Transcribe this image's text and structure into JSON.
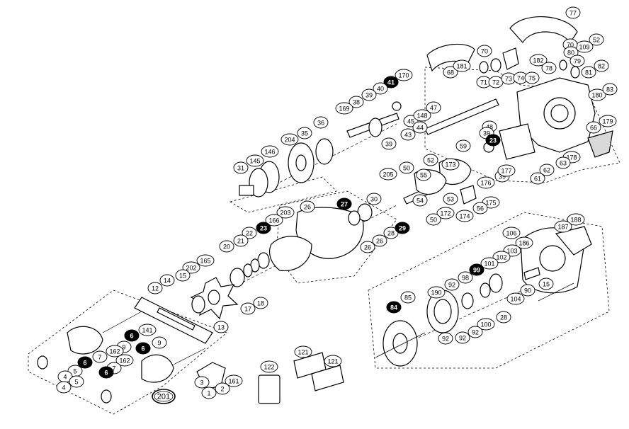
{
  "colors": {
    "ink": "#000000",
    "paper": "#ffffff",
    "callout_fill": "#000000",
    "callout_text": "#ffffff",
    "shade": "#d9d9d9"
  },
  "callouts": [
    {
      "num": "77",
      "style": "plain"
    },
    {
      "num": "52",
      "style": "plain"
    },
    {
      "num": "109",
      "style": "plain"
    },
    {
      "num": "70",
      "style": "plain"
    },
    {
      "num": "70",
      "style": "plain"
    },
    {
      "num": "80",
      "style": "plain"
    },
    {
      "num": "79",
      "style": "plain"
    },
    {
      "num": "182",
      "style": "plain"
    },
    {
      "num": "78",
      "style": "plain"
    },
    {
      "num": "81",
      "style": "plain"
    },
    {
      "num": "82",
      "style": "plain"
    },
    {
      "num": "180",
      "style": "plain"
    },
    {
      "num": "83",
      "style": "plain"
    },
    {
      "num": "68",
      "style": "plain"
    },
    {
      "num": "181",
      "style": "plain"
    },
    {
      "num": "71",
      "style": "plain"
    },
    {
      "num": "72",
      "style": "plain"
    },
    {
      "num": "73",
      "style": "plain"
    },
    {
      "num": "74",
      "style": "plain"
    },
    {
      "num": "75",
      "style": "plain"
    },
    {
      "num": "41",
      "style": "solid"
    },
    {
      "num": "170",
      "style": "plain"
    },
    {
      "num": "40",
      "style": "plain"
    },
    {
      "num": "39",
      "style": "plain"
    },
    {
      "num": "38",
      "style": "plain"
    },
    {
      "num": "169",
      "style": "plain"
    },
    {
      "num": "45",
      "style": "plain"
    },
    {
      "num": "148",
      "style": "plain"
    },
    {
      "num": "47",
      "style": "plain"
    },
    {
      "num": "44",
      "style": "plain"
    },
    {
      "num": "43",
      "style": "plain"
    },
    {
      "num": "48",
      "style": "plain"
    },
    {
      "num": "39",
      "style": "plain"
    },
    {
      "num": "39",
      "style": "plain"
    },
    {
      "num": "36",
      "style": "plain"
    },
    {
      "num": "35",
      "style": "plain"
    },
    {
      "num": "204",
      "style": "plain"
    },
    {
      "num": "146",
      "style": "plain"
    },
    {
      "num": "145",
      "style": "plain"
    },
    {
      "num": "31",
      "style": "plain"
    },
    {
      "num": "23",
      "style": "solid"
    },
    {
      "num": "59",
      "style": "plain"
    },
    {
      "num": "39",
      "style": "plain"
    },
    {
      "num": "173",
      "style": "plain"
    },
    {
      "num": "52",
      "style": "plain"
    },
    {
      "num": "50",
      "style": "plain"
    },
    {
      "num": "55",
      "style": "plain"
    },
    {
      "num": "205",
      "style": "plain"
    },
    {
      "num": "54",
      "style": "plain"
    },
    {
      "num": "177",
      "style": "plain"
    },
    {
      "num": "176",
      "style": "plain"
    },
    {
      "num": "178",
      "style": "plain"
    },
    {
      "num": "66",
      "style": "plain"
    },
    {
      "num": "179",
      "style": "plain"
    },
    {
      "num": "61",
      "style": "plain"
    },
    {
      "num": "62",
      "style": "plain"
    },
    {
      "num": "63",
      "style": "plain"
    },
    {
      "num": "53",
      "style": "plain"
    },
    {
      "num": "175",
      "style": "plain"
    },
    {
      "num": "56",
      "style": "plain"
    },
    {
      "num": "174",
      "style": "plain"
    },
    {
      "num": "172",
      "style": "plain"
    },
    {
      "num": "50",
      "style": "plain"
    },
    {
      "num": "30",
      "style": "plain"
    },
    {
      "num": "27",
      "style": "solid"
    },
    {
      "num": "26",
      "style": "plain"
    },
    {
      "num": "203",
      "style": "plain"
    },
    {
      "num": "28",
      "style": "plain"
    },
    {
      "num": "29",
      "style": "solid"
    },
    {
      "num": "26",
      "style": "plain"
    },
    {
      "num": "26",
      "style": "plain"
    },
    {
      "num": "166",
      "style": "plain"
    },
    {
      "num": "23",
      "style": "solid"
    },
    {
      "num": "22",
      "style": "plain"
    },
    {
      "num": "21",
      "style": "plain"
    },
    {
      "num": "20",
      "style": "plain"
    },
    {
      "num": "165",
      "style": "plain"
    },
    {
      "num": "202",
      "style": "plain"
    },
    {
      "num": "15",
      "style": "plain"
    },
    {
      "num": "14",
      "style": "plain"
    },
    {
      "num": "12",
      "style": "plain"
    },
    {
      "num": "17",
      "style": "plain"
    },
    {
      "num": "18",
      "style": "plain"
    },
    {
      "num": "13",
      "style": "plain"
    },
    {
      "num": "141",
      "style": "plain"
    },
    {
      "num": "6",
      "style": "solid"
    },
    {
      "num": "9",
      "style": "plain"
    },
    {
      "num": "162",
      "style": "plain"
    },
    {
      "num": "6",
      "style": "solid"
    },
    {
      "num": "9",
      "style": "plain"
    },
    {
      "num": "7",
      "style": "plain"
    },
    {
      "num": "6",
      "style": "solid"
    },
    {
      "num": "5",
      "style": "plain"
    },
    {
      "num": "4",
      "style": "plain"
    },
    {
      "num": "162",
      "style": "plain"
    },
    {
      "num": "7",
      "style": "plain"
    },
    {
      "num": "6",
      "style": "solid"
    },
    {
      "num": "5",
      "style": "plain"
    },
    {
      "num": "4",
      "style": "plain"
    },
    {
      "num": "201",
      "style": "outlined"
    },
    {
      "num": "161",
      "style": "plain"
    },
    {
      "num": "2",
      "style": "plain"
    },
    {
      "num": "1",
      "style": "plain"
    },
    {
      "num": "3",
      "style": "plain"
    },
    {
      "num": "122",
      "style": "plain"
    },
    {
      "num": "121",
      "style": "plain"
    },
    {
      "num": "121",
      "style": "plain"
    },
    {
      "num": "188",
      "style": "plain"
    },
    {
      "num": "187",
      "style": "plain"
    },
    {
      "num": "106",
      "style": "plain"
    },
    {
      "num": "186",
      "style": "plain"
    },
    {
      "num": "103",
      "style": "plain"
    },
    {
      "num": "102",
      "style": "plain"
    },
    {
      "num": "101",
      "style": "plain"
    },
    {
      "num": "99",
      "style": "solid"
    },
    {
      "num": "98",
      "style": "plain"
    },
    {
      "num": "92",
      "style": "plain"
    },
    {
      "num": "190",
      "style": "plain"
    },
    {
      "num": "85",
      "style": "plain"
    },
    {
      "num": "84",
      "style": "solid"
    },
    {
      "num": "90",
      "style": "plain"
    },
    {
      "num": "15",
      "style": "plain"
    },
    {
      "num": "104",
      "style": "plain"
    },
    {
      "num": "28",
      "style": "plain"
    },
    {
      "num": "100",
      "style": "plain"
    },
    {
      "num": "92",
      "style": "plain"
    },
    {
      "num": "92",
      "style": "plain"
    },
    {
      "num": "92",
      "style": "plain"
    }
  ]
}
